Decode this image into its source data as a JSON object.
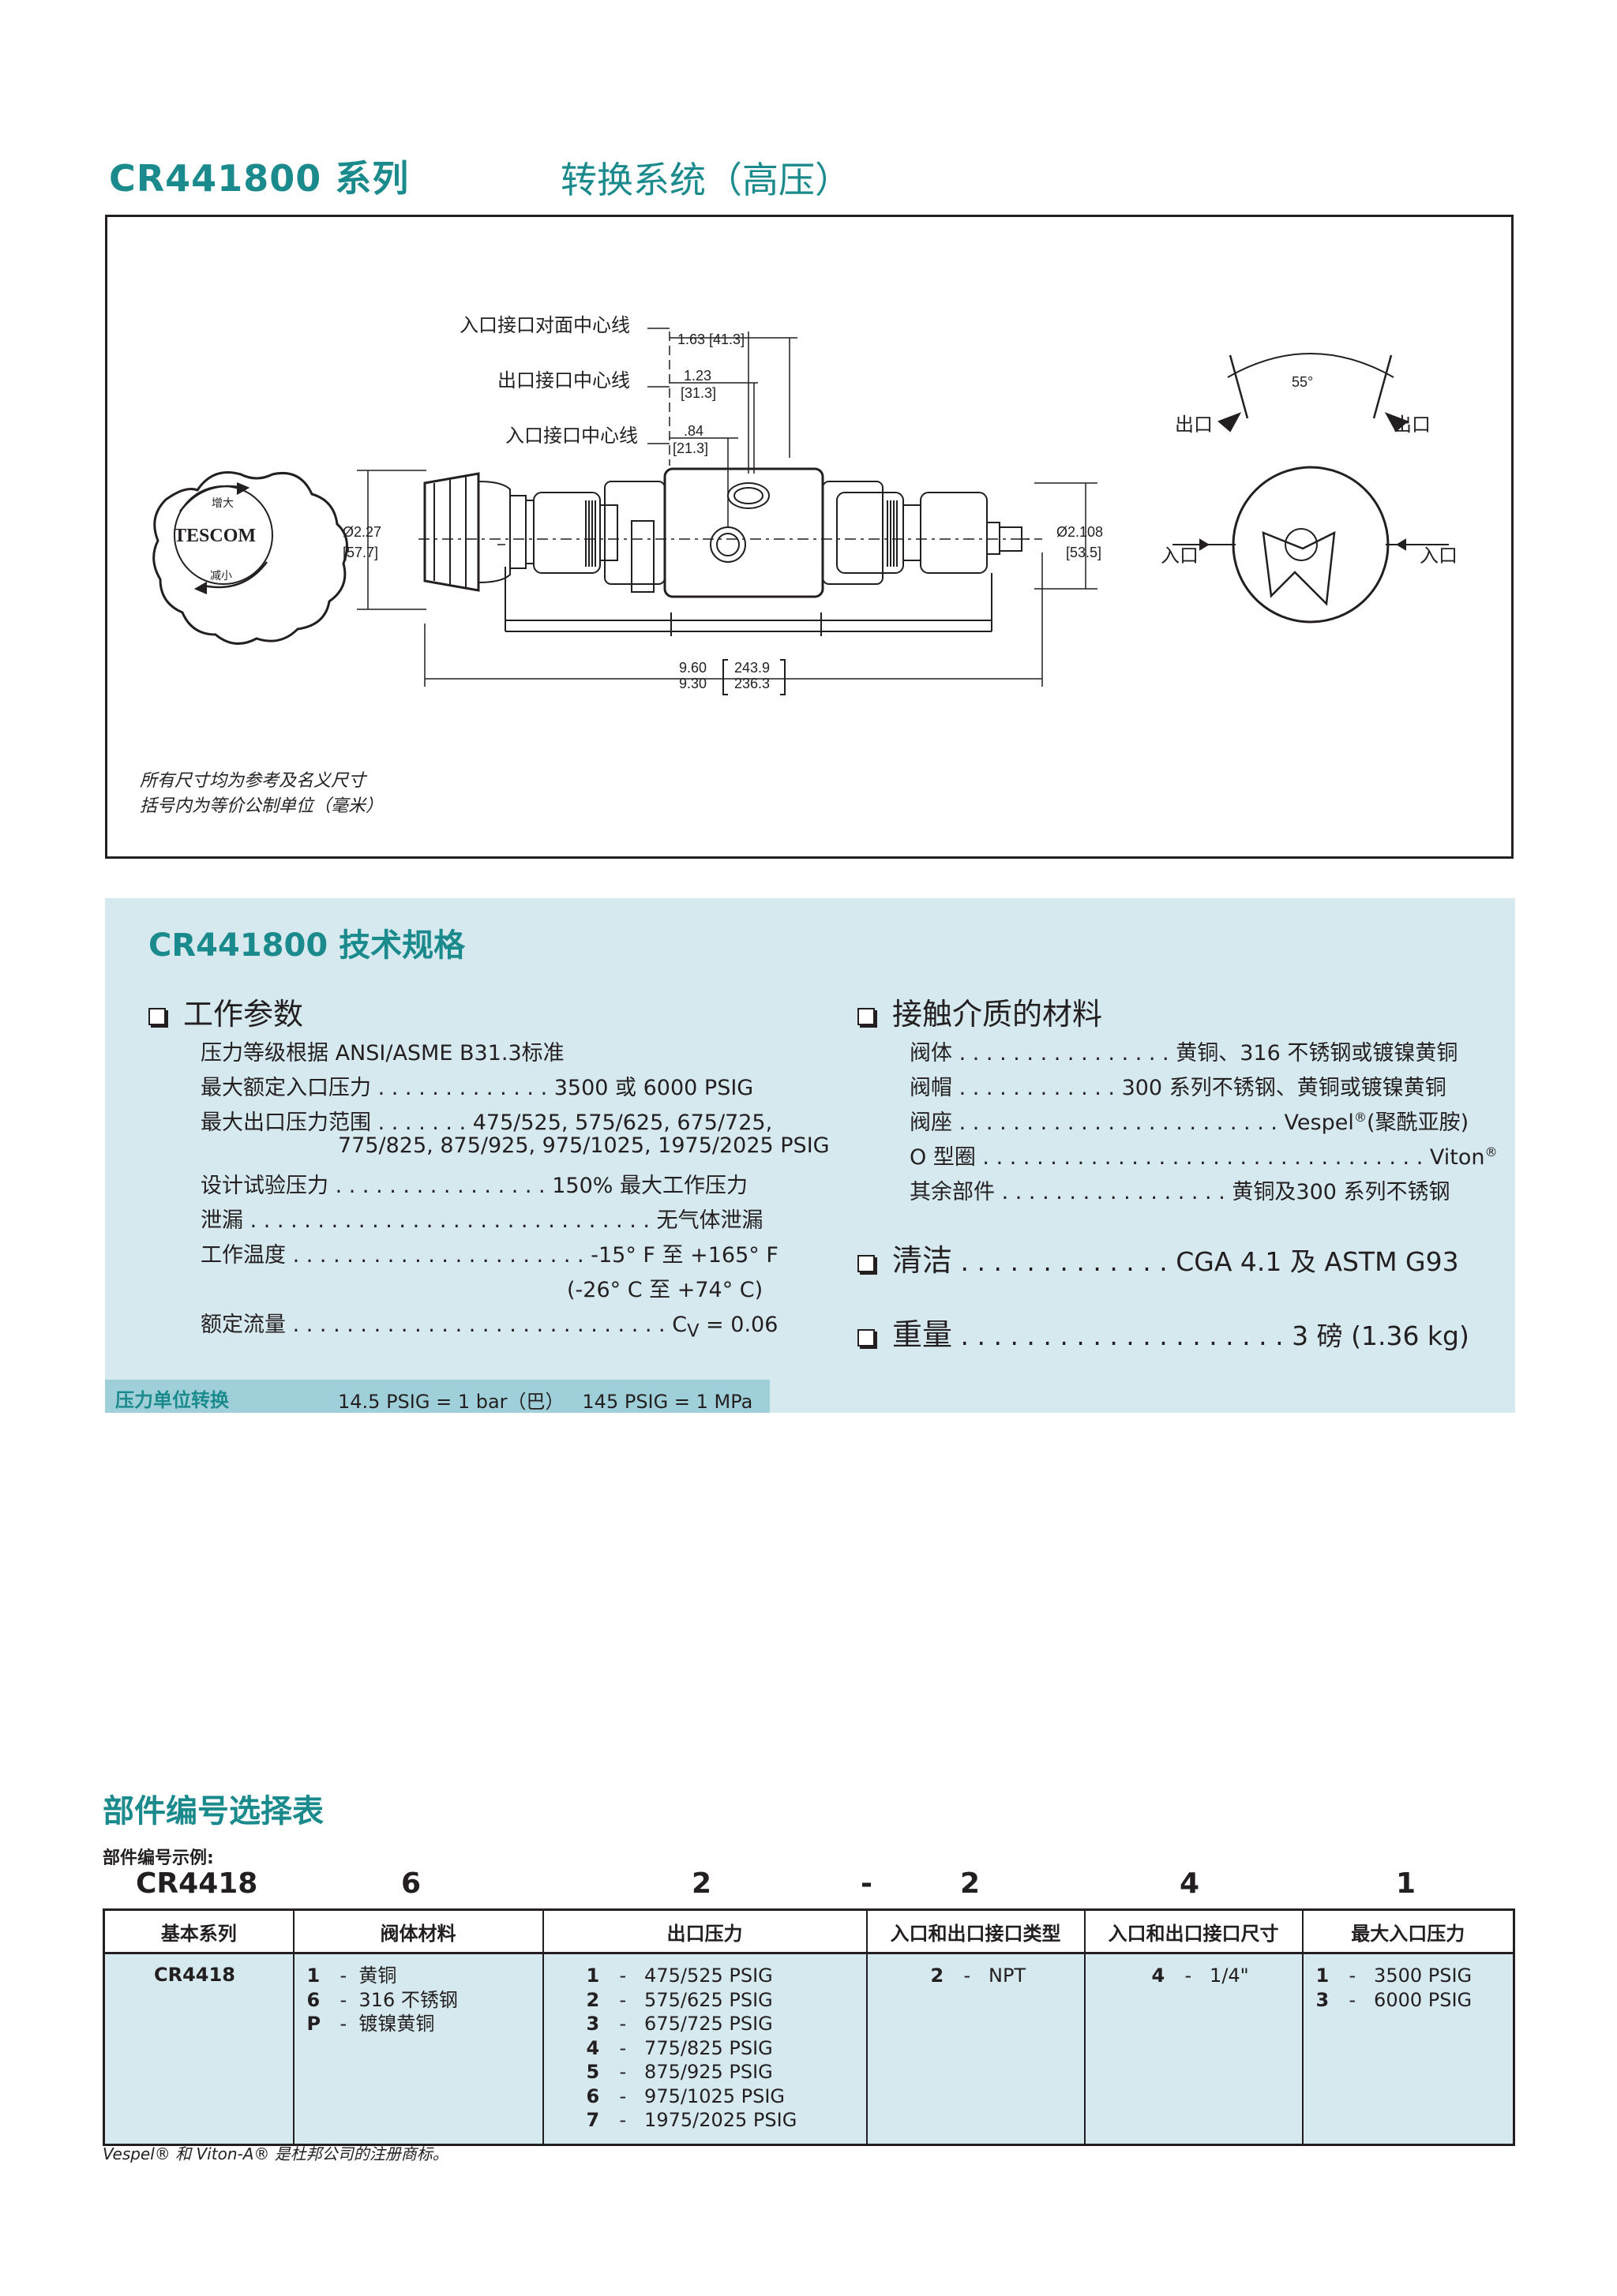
{
  "header": {
    "series": "CR441800 系列",
    "subtitle": "转换系统（高压）"
  },
  "drawing": {
    "label_inlet_face_centerline": "入口接口对面中心线",
    "label_outlet_centerline": "出口接口中心线",
    "label_inlet_centerline": "入口接口中心线",
    "dim_163": "1.63 [41.3]",
    "dim_123": "1.23",
    "dim_123_mm": "[31.3]",
    "dim_084": ".84",
    "dim_084_mm": "[21.3]",
    "dia_left": "Ø2.27",
    "dia_left_mm": "[57.7]",
    "dia_right": "Ø2.108",
    "dia_right_mm": "[53.5]",
    "len_960": "9.60",
    "len_930": "9.30",
    "len_960_mm": "243.9",
    "len_930_mm": "236.3",
    "knob_increase": "增大",
    "knob_brand": "TESCOM",
    "knob_decrease": "减小",
    "angle": "55°",
    "outlet": "出口",
    "inlet": "入口",
    "note_line1": "所有尺寸均为参考及名义尺寸",
    "note_line2": "括号内为等价公制单位（毫米）"
  },
  "specs": {
    "title": "CR441800 技术规格",
    "operating": {
      "heading": "工作参数",
      "rating": "压力等级根据 ANSI/ASME B31.3标准",
      "max_inlet_label": "最大额定入口压力",
      "max_inlet_value": "3500 或 6000 PSIG",
      "outlet_range_label": "最大出口压力范围",
      "outlet_range_value": "475/525, 575/625, 675/725,",
      "outlet_range_value2": "775/825, 875/925, 975/1025, 1975/2025 PSIG",
      "test_label": "设计试验压力",
      "test_value": "150% 最大工作压力",
      "leak_label": "泄漏",
      "leak_value": "无气体泄漏",
      "temp_label": "工作温度",
      "temp_value": "-15° F 至 +165° F",
      "temp_value2": "(-26° C 至 +74° C)",
      "flow_label": "额定流量",
      "flow_value": "0.06"
    },
    "materials": {
      "heading": "接触介质的材料",
      "body_label": "阀体",
      "body_value": "黄铜、316 不锈钢或镀镍黄铜",
      "bonnet_label": "阀帽",
      "bonnet_value": "300 系列不锈钢、黄铜或镀镍黄铜",
      "seat_label": "阀座",
      "seat_value": "Vespel",
      "seat_value2": "(聚酰亚胺)",
      "oring_label": "O 型圈",
      "oring_value": "Viton",
      "other_label": "其余部件",
      "other_value": "黄铜及300 系列不锈钢"
    },
    "cleaning": {
      "label": "清洁",
      "value": "CGA 4.1 及 ASTM G93"
    },
    "weight": {
      "label": "重量",
      "value": "3 磅 (1.36 kg)"
    },
    "conversion": {
      "label": "压力单位转换",
      "value": "14.5 PSIG = 1 bar（巴）   145 PSIG = 1 MPa"
    }
  },
  "part_number": {
    "title": "部件编号选择表",
    "example_label": "部件编号示例:",
    "example": [
      "CR4418",
      "6",
      "2",
      "-",
      "2",
      "4",
      "1"
    ],
    "headers": [
      "基本系列",
      "阀体材料",
      "出口压力",
      "入口和出口接口类型",
      "入口和出口接口尺寸",
      "最大入口压力"
    ],
    "base": "CR4418",
    "body_materials": [
      {
        "code": "1",
        "name": "黄铜"
      },
      {
        "code": "6",
        "name": "316 不锈钢"
      },
      {
        "code": "P",
        "name": "镀镍黄铜"
      }
    ],
    "outlet_pressures": [
      {
        "code": "1",
        "name": "475/525 PSIG"
      },
      {
        "code": "2",
        "name": "575/625 PSIG"
      },
      {
        "code": "3",
        "name": "675/725 PSIG"
      },
      {
        "code": "4",
        "name": "775/825 PSIG"
      },
      {
        "code": "5",
        "name": "875/925 PSIG"
      },
      {
        "code": "6",
        "name": "975/1025 PSIG"
      },
      {
        "code": "7",
        "name": "1975/2025 PSIG"
      }
    ],
    "port_types": [
      {
        "code": "2",
        "name": "NPT"
      }
    ],
    "port_sizes": [
      {
        "code": "4",
        "name": "1/4\""
      }
    ],
    "max_inlet": [
      {
        "code": "1",
        "name": "3500 PSIG"
      },
      {
        "code": "3",
        "name": "6000 PSIG"
      }
    ],
    "footnote": "Vespel® 和 Viton-A® 是杜邦公司的注册商标。"
  },
  "colors": {
    "accent": "#1b8a8c",
    "panel": "#d5e9ee",
    "bar": "#9fd0da",
    "ink": "#231f20"
  }
}
